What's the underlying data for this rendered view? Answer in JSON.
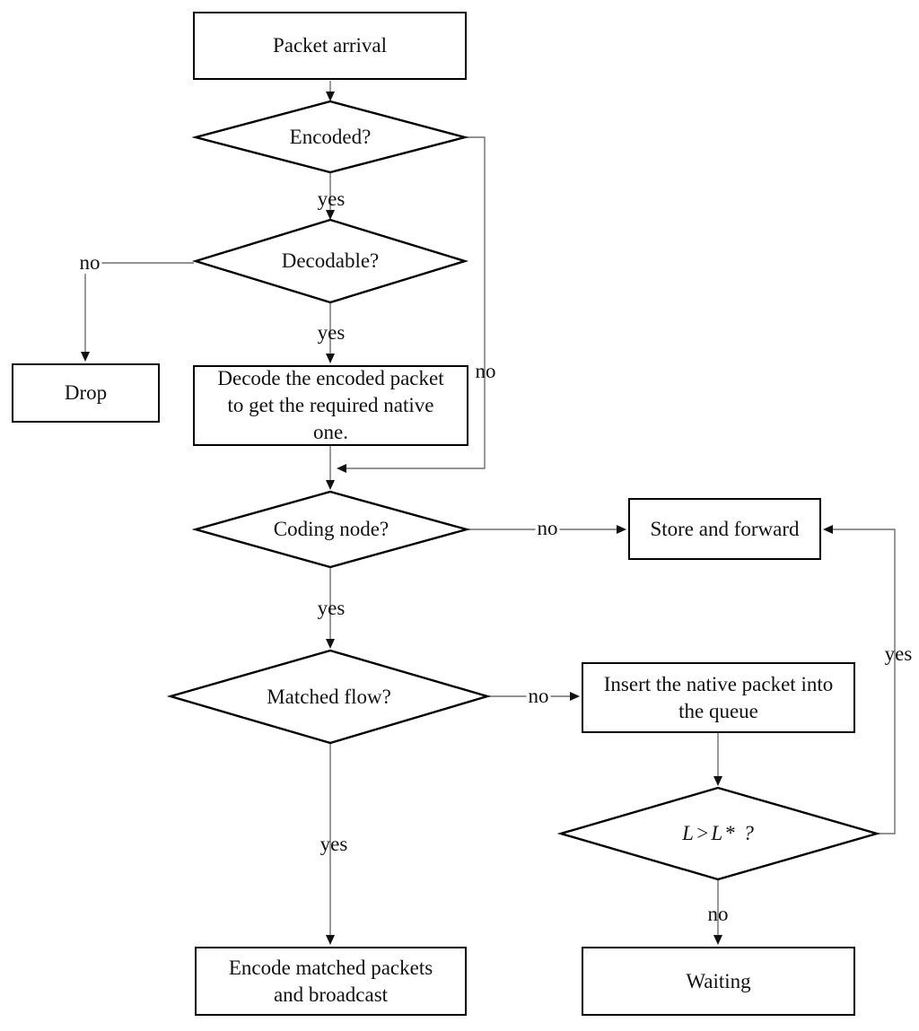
{
  "diagram": {
    "type": "flowchart",
    "nodes": {
      "packet_arrival": {
        "label": "Packet arrival",
        "shape": "rect"
      },
      "encoded": {
        "label": "Encoded?",
        "shape": "diamond"
      },
      "decodable": {
        "label": "Decodable?",
        "shape": "diamond"
      },
      "drop": {
        "label": "Drop",
        "shape": "rect"
      },
      "decode": {
        "label": "Decode the encoded packet\nto get the required native\none.",
        "shape": "rect"
      },
      "coding_node": {
        "label": "Coding node?",
        "shape": "diamond"
      },
      "store_forward": {
        "label": "Store and forward",
        "shape": "rect"
      },
      "matched_flow": {
        "label": "Matched flow?",
        "shape": "diamond"
      },
      "insert_queue": {
        "label": "Insert the native packet into\nthe queue",
        "shape": "rect"
      },
      "l_threshold": {
        "label": "L>L* ?",
        "shape": "diamond"
      },
      "waiting": {
        "label": "Waiting",
        "shape": "rect"
      },
      "encode_broadcast": {
        "label": "Encode  matched packets\nand broadcast",
        "shape": "rect"
      }
    },
    "edge_labels": {
      "encoded_yes": "yes",
      "encoded_no": "no",
      "decodable_yes": "yes",
      "decodable_no": "no",
      "coding_yes": "yes",
      "coding_no": "no",
      "matched_yes": "yes",
      "matched_no": "no",
      "l_no": "no",
      "l_yes": "yes"
    },
    "colors": {
      "shape_border": "#000000",
      "connector": "#6e6e6e",
      "arrowhead": "#111111",
      "background": "#ffffff",
      "text": "#111111"
    }
  }
}
